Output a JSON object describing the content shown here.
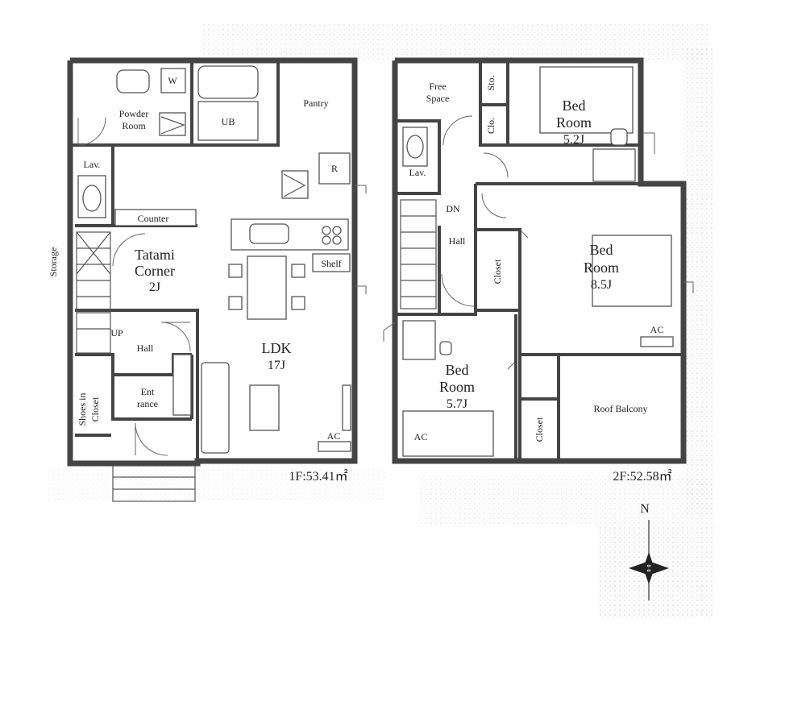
{
  "floor1": {
    "area": "1F:53.41㎡",
    "rooms": {
      "powder_room_line1": "Powder",
      "powder_room_line2": "Room",
      "ub": "UB",
      "pantry": "Pantry",
      "lav": "Lav.",
      "counter": "Counter",
      "storage": "Storage",
      "tatami_line1": "Tatami",
      "tatami_line2": "Corner",
      "tatami_size": "2J",
      "shelf": "Shelf",
      "ldk": "LDK",
      "ldk_size": "17J",
      "up": "UP",
      "hall": "Hall",
      "entrance_line1": "Ent",
      "entrance_line2": "rance",
      "shoes_line1": "Shoes in",
      "shoes_line2": "Closet",
      "ac": "AC",
      "w": "W",
      "r": "R"
    }
  },
  "floor2": {
    "area": "2F:52.58㎡",
    "rooms": {
      "free_line1": "Free",
      "free_line2": "Space",
      "sto": "Sto.",
      "clo": "Clo.",
      "bed1_line1": "Bed",
      "bed1_line2": "Room",
      "bed1_size": "5.2J",
      "lav": "Lav.",
      "dn": "DN",
      "hall": "Hall",
      "closet_a": "Closet",
      "bed2_line1": "Bed",
      "bed2_line2": "Room",
      "bed2_size": "8.5J",
      "ac_bed2": "AC",
      "bed3_line1": "Bed",
      "bed3_line2": "Room",
      "bed3_size": "5.7J",
      "closet_b": "Closet",
      "roof_balcony": "Roof Balcony",
      "ac_bed3": "AC"
    }
  },
  "compass": {
    "north_label": "N",
    "icon": "compass-rose-icon"
  },
  "colors": {
    "wall": "#444444",
    "hatch": "#cfcfcf"
  }
}
